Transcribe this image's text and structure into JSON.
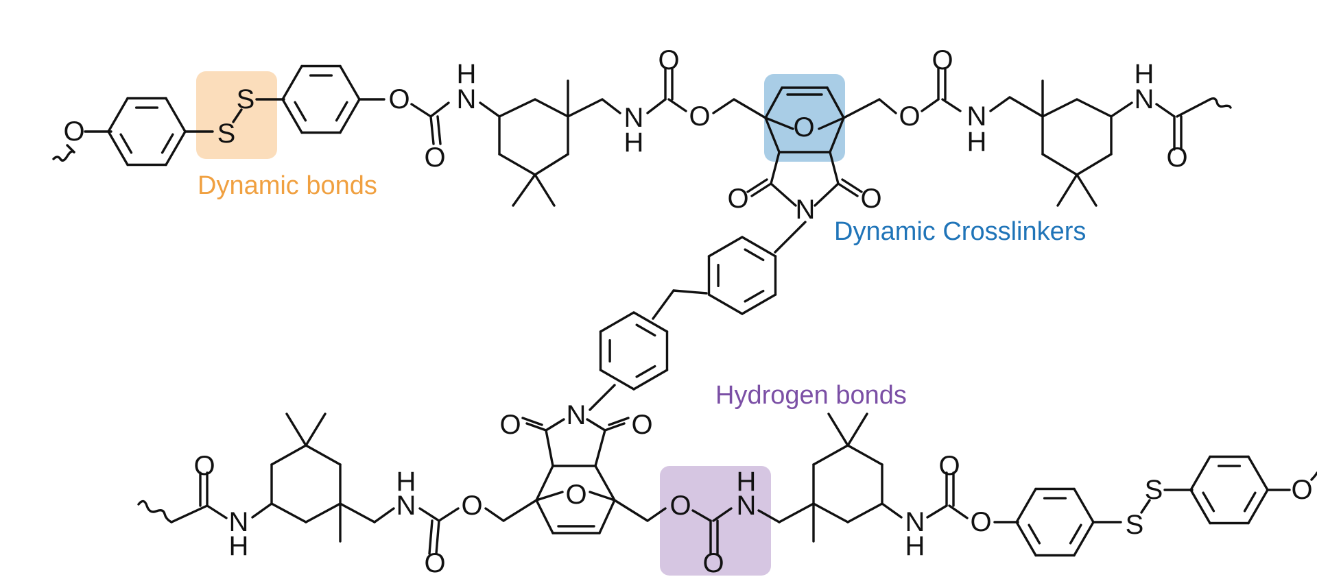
{
  "annotations": {
    "dynamic_bonds": "Dynamic bonds",
    "dynamic_crosslinkers": "Dynamic Crosslinkers",
    "hydrogen_bonds": "Hydrogen bonds"
  },
  "colors": {
    "dynamic_bonds": "#F0A040",
    "dynamic_bonds_fill": "#FBDDBB",
    "dynamic_crosslinkers": "#1F74B8",
    "dynamic_crosslinkers_fill": "#A9CDE6",
    "hydrogen_bonds": "#7B4FA5",
    "hydrogen_bonds_fill": "#D6C6E2",
    "bond_line": "#111111"
  }
}
